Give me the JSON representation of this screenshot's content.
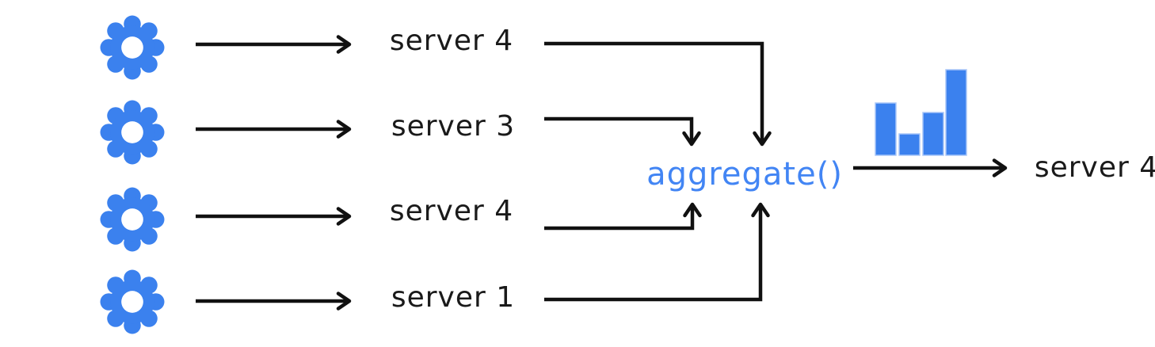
{
  "colors": {
    "accent_blue": "#3b81ee",
    "bar_stroke_blue": "#a8c6f8",
    "arrow_black": "#111111",
    "aggregate_blue": "#4285f4",
    "label_black": "#1a1a1a",
    "background": "#ffffff"
  },
  "nodes": {
    "workers": [
      {
        "icon": "gear-icon",
        "label": "server 4"
      },
      {
        "icon": "gear-icon",
        "label": "server 3"
      },
      {
        "icon": "gear-icon",
        "label": "server 4"
      },
      {
        "icon": "gear-icon",
        "label": "server 1"
      }
    ],
    "aggregate": {
      "label": "aggregate()"
    },
    "result_chart": {
      "icon": "bar-chart-icon",
      "bars": [
        66,
        27,
        54,
        108
      ]
    },
    "output": {
      "label": "server 4"
    }
  }
}
